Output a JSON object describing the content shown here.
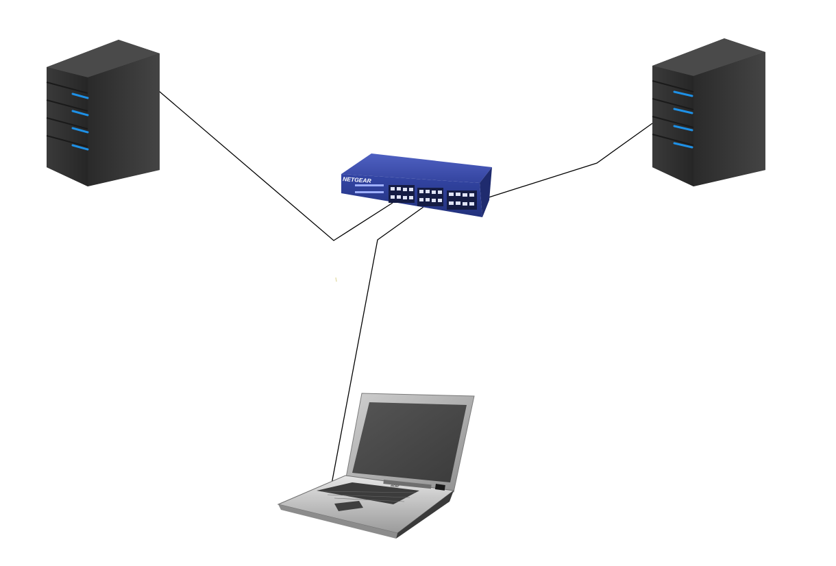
{
  "diagram": {
    "nodes": [
      {
        "id": "server-left",
        "kind": "server-tower-icon"
      },
      {
        "id": "server-right",
        "kind": "server-tower-icon"
      },
      {
        "id": "switch",
        "kind": "network-switch-icon",
        "brand": "NETGEAR"
      },
      {
        "id": "laptop",
        "kind": "laptop-icon",
        "brand": "acer"
      }
    ],
    "connections": [
      {
        "from": "server-left",
        "to": "switch"
      },
      {
        "from": "server-right",
        "to": "switch"
      },
      {
        "from": "laptop",
        "to": "switch"
      }
    ],
    "colors": {
      "background": "#ffffff",
      "cable": "#000000",
      "server_body": "#2e2e2e",
      "server_led": "#1e90e6",
      "switch_body": "#2f3f9a",
      "laptop_screen": "#4a4a4a",
      "laptop_body": "#c9c9c9"
    }
  }
}
